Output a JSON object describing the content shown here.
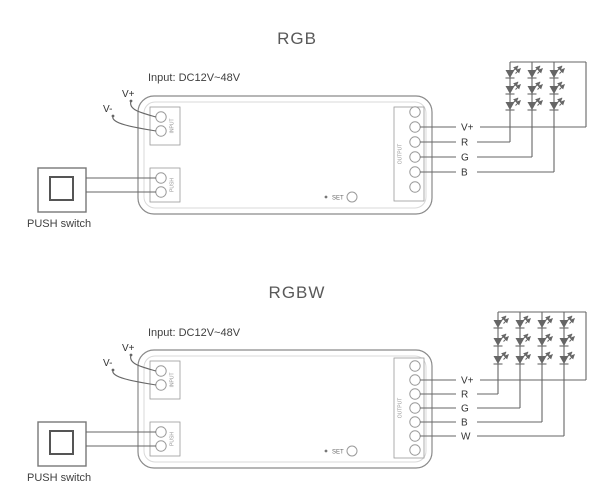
{
  "page": {
    "background": "#ffffff"
  },
  "diagrams": [
    {
      "title": "RGB",
      "input_label": "Input: DC12V~48V",
      "v_plus": "V+",
      "v_minus": "V-",
      "push_switch_label": "PUSH switch",
      "set_label": "SET",
      "left_terminal_label": "INPUT",
      "push_terminal_label": "PUSH",
      "right_terminal_label": "OUTPUT",
      "outputs": [
        "V+",
        "R",
        "G",
        "B"
      ],
      "led_grid": {
        "columns": 3,
        "rows": 3
      }
    },
    {
      "title": "RGBW",
      "input_label": "Input: DC12V~48V",
      "v_plus": "V+",
      "v_minus": "V-",
      "push_switch_label": "PUSH switch",
      "set_label": "SET",
      "left_terminal_label": "INPUT",
      "push_terminal_label": "PUSH",
      "right_terminal_label": "OUTPUT",
      "outputs": [
        "V+",
        "R",
        "G",
        "B",
        "W"
      ],
      "led_grid": {
        "columns": 4,
        "rows": 3
      }
    }
  ]
}
